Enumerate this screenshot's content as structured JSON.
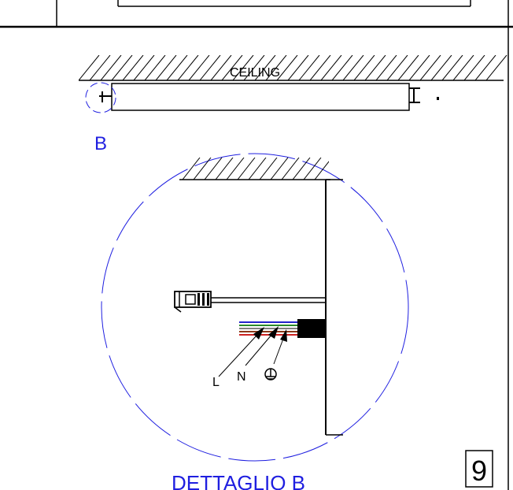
{
  "labels": {
    "ceiling": "CEILING",
    "detail_callout": "B",
    "live": "L",
    "neutral": "N",
    "detail_title": "DETTAGLIO B",
    "page_number": "9"
  },
  "colors": {
    "line": "#000000",
    "annotation_blue": "#1f1fe0",
    "wire_blue": "#2222cc",
    "wire_green": "#2a8a2a",
    "wire_brown": "#8b3a1a",
    "wire_red": "#cc2222"
  },
  "icons": {
    "earth": "earth-ground-symbol"
  }
}
